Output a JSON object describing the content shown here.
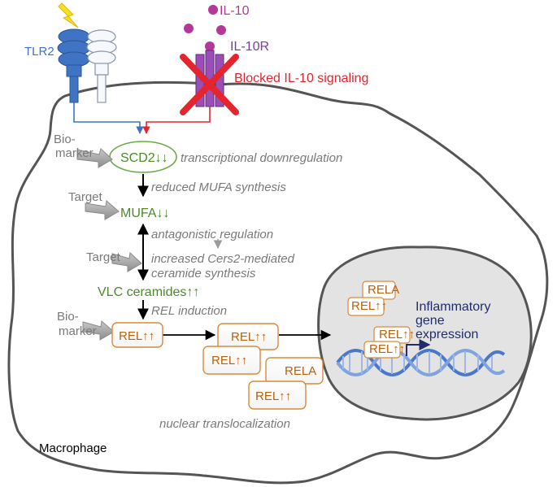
{
  "labels": {
    "tlr2": "TLR2",
    "il10": "IL-10",
    "il10r": "IL-10R",
    "blocked": "Blocked IL-10 signaling",
    "macrophage": "Macrophage",
    "biomarker_1a": "Bio-",
    "biomarker_1b": "marker",
    "biomarker_2a": "Bio-",
    "biomarker_2b": "marker",
    "target_1": "Target",
    "target_2": "Target",
    "scd2": "SCD2↓↓",
    "mufa": "MUFA↓↓",
    "vlc": "VLC ceramides↑↑",
    "transcriptional": "transcriptional downregulation",
    "reduced": "reduced MUFA synthesis",
    "antagonistic": "antagonistic regulation",
    "increased_1": "increased Cers2-mediated",
    "increased_2": "ceramide synthesis",
    "rel_induction": "REL induction",
    "rel_main": "REL↑↑",
    "rel_b": "REL↑↑",
    "rel_c": "REL↑↑",
    "rel_d": "REL↑↑",
    "rela_d": "RELA",
    "nuclear": "nuclear translocalization",
    "nucleus_rela": "RELA",
    "nucleus_rel_1": "REL↑↑",
    "nucleus_rel_2": "REL↑↑",
    "nucleus_rel_3": "REL↑↑",
    "inflam_1": "Inflammatory",
    "inflam_2": "gene",
    "inflam_3": "expression"
  },
  "colors": {
    "tlr2": "#3f74c4",
    "il10": "#b3389a",
    "il10r": "#7a3d9a",
    "blocked": "#e4252d",
    "green": "#4a8a2a",
    "rel_orange": "#b8620c",
    "navy": "#1f2d6b",
    "gray": "#7a7a7a",
    "nucleus": "#e3e3e3",
    "dna": "#4a78c8"
  }
}
